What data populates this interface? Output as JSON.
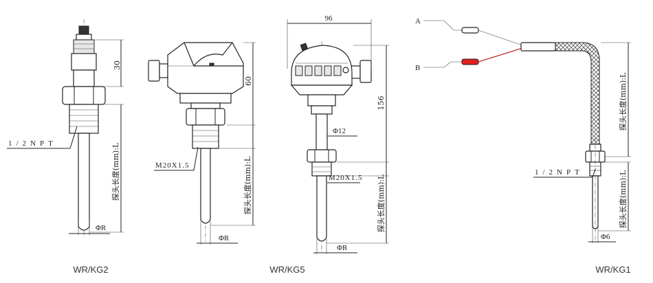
{
  "labels": {
    "npt_1": "1/2NPT",
    "npt_2": "1/2NPT",
    "dim_30": "30",
    "dim_60": "60",
    "dim_96": "96",
    "dim_156": "156",
    "dia_R1": "ΦR",
    "dia_R2": "ΦR",
    "dia_R3": "ΦR",
    "dia_12": "Φ12",
    "dia_6": "Φ6",
    "thread_1": "M20X1.5",
    "thread_2": "M20X1.5",
    "probe_1": "探头长度(mm):L",
    "probe_2": "探头长度(mm):L",
    "probe_3": "探头长度(mm):L",
    "cable_len": "探头长度(mm):L",
    "probe_4": "探头长度(mm):L",
    "wire_a": "A",
    "wire_b": "B"
  },
  "models": {
    "m1": "WR/KG2",
    "m2": "WR/KG5",
    "m3": "WR/KG1"
  },
  "colors": {
    "line": "#222222",
    "red_sleeve": "#e02020",
    "wire_red": "#c03030"
  }
}
